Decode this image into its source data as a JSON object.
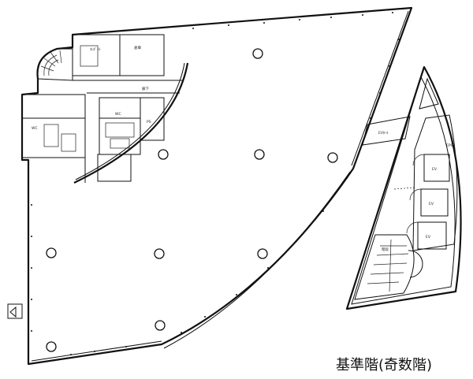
{
  "caption": "基準階(奇数階)",
  "room_labels": {
    "top_left_a": "ｴﾚﾎﾞｰﾙ",
    "top_left_b": "倉庫",
    "corridor": "廊下",
    "wc_left": "WC",
    "wc_mid": "WC",
    "ps": "PS",
    "ev_hall": "EVﾎｰﾙ",
    "ev1": "EV",
    "ev2": "EV",
    "ev3": "EV",
    "stair": "階段",
    "eps": "EPS"
  }
}
